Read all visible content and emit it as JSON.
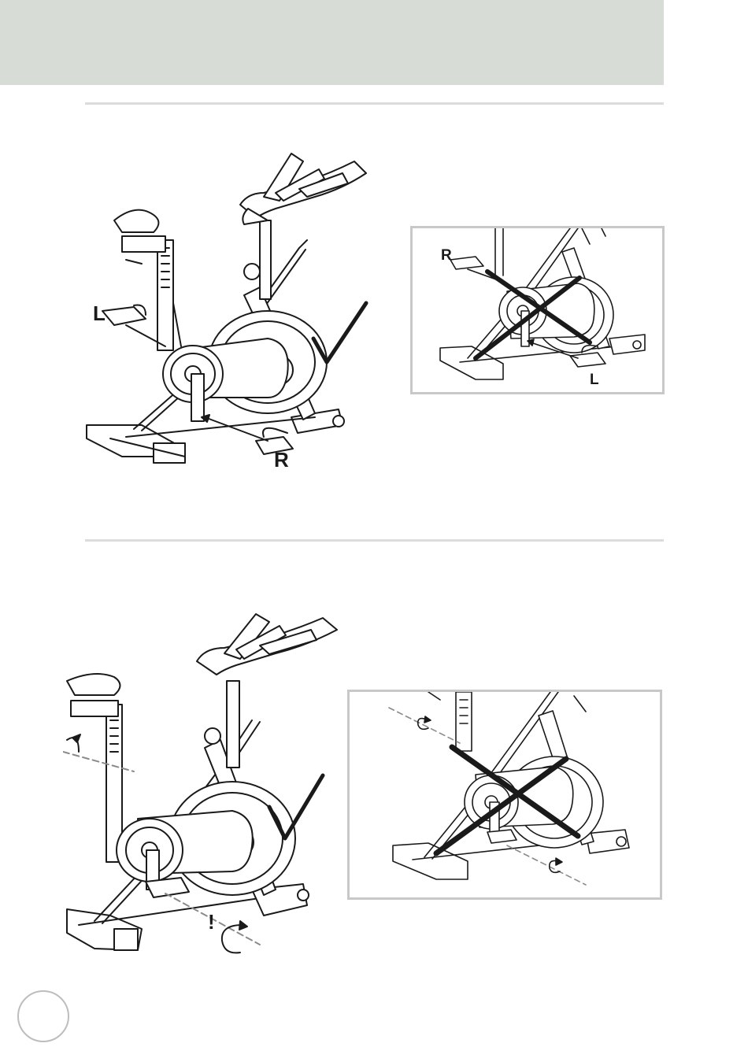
{
  "section1": {
    "main_labels": {
      "left_pedal": "L",
      "right_pedal": "R"
    },
    "inset_labels": {
      "right_pedal": "R",
      "left_pedal": "L"
    },
    "main_status": "check-icon",
    "inset_status": "cross-icon"
  },
  "section2": {
    "warning_mark": "!",
    "main_status": "check-icon",
    "inset_status": "cross-icon"
  },
  "colors": {
    "header_band": "#d8dcd6",
    "rule": "#dcdcdc",
    "inset_border": "#c8c8c8",
    "line_art": "#1a1a1a",
    "axis_dash": "#8a8a8a"
  }
}
